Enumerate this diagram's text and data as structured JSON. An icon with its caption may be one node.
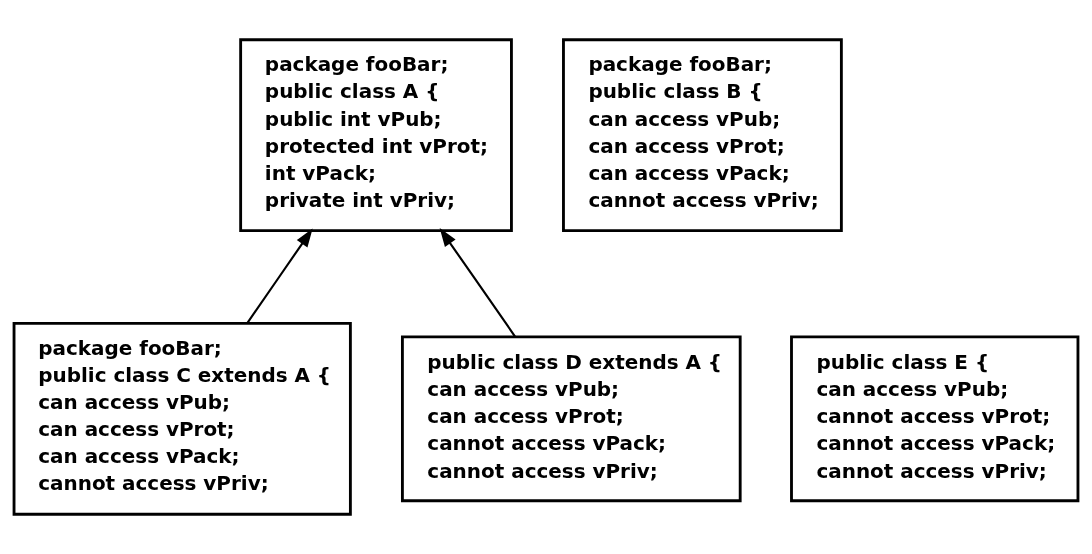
{
  "diagram": {
    "nodes": [
      {
        "text": [
          "package fooBar;",
          "public class A {",
          "public int vPub;",
          "protected int vProt;",
          "int vPack;",
          "private int vPriv;"
        ]
      },
      {
        "text": [
          "package fooBar;",
          "public class B {",
          "can access vPub;",
          "can access vProt;",
          "can access vPack;",
          "cannot access vPriv;"
        ]
      },
      {
        "text": [
          "package fooBar;",
          "public class C extends A {",
          "can access vPub;",
          "can access vProt;",
          "can access vPack;",
          "cannot access vPriv;"
        ]
      },
      {
        "text": [
          "public class D extends A {",
          "can access vPub;",
          "can access vProt;",
          "cannot access vPack;",
          "cannot access vPriv;"
        ]
      },
      {
        "text": [
          "public class E {",
          "can access vPub;",
          "cannot access vProt;",
          "cannot access vPack;",
          "cannot access vPriv;"
        ]
      }
    ],
    "edges": [
      {
        "from": 2,
        "to": 0,
        "arrow": "to"
      },
      {
        "from": 3,
        "to": 0,
        "arrow": "to"
      }
    ]
  }
}
